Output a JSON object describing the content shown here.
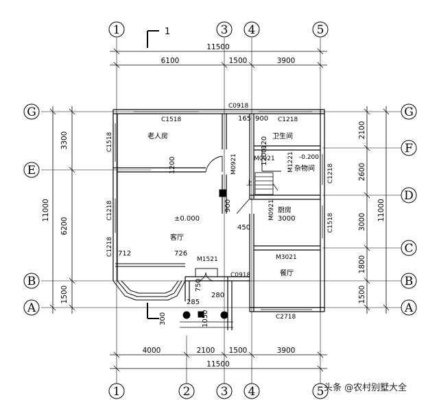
{
  "section_mark": "1",
  "axes": {
    "top": [
      "1",
      "3",
      "4",
      "5"
    ],
    "bottom": [
      "1",
      "2",
      "3",
      "4",
      "5"
    ],
    "left": [
      "G",
      "E",
      "B",
      "A"
    ],
    "right": [
      "G",
      "F",
      "D",
      "C",
      "B",
      "A"
    ]
  },
  "dims": {
    "top_total": "11500",
    "top_segments": [
      "6100",
      "1500",
      "3900"
    ],
    "bottom_segments": [
      "4000",
      "2100",
      "1500",
      "3900"
    ],
    "bottom_total": "11500",
    "left_segments": [
      "3300",
      "6200",
      "1500"
    ],
    "left_total": "11000",
    "right_segments": [
      "2100",
      "2600",
      "3000",
      "1800",
      "1500"
    ],
    "right_total": "11000"
  },
  "rooms": {
    "elderly_room": "老人房",
    "living_room": "客厅",
    "bathroom": "卫生间",
    "storage": "杂物间",
    "kitchen": "厨房",
    "dining": "餐厅"
  },
  "labels": {
    "c0918_top": "C0918",
    "c1518_top": "C1518",
    "c1218_bath": "C1218",
    "c1518_left": "C1518",
    "c1218_left_mid": "C1218",
    "c1218_left_low": "C1218",
    "c1218_right": "C1218",
    "c1518_right": "C1518",
    "m0921": "M0921",
    "m0921_b": "M0921",
    "m1221": "M1221",
    "m0921_c": "M0921",
    "m1521": "M1521",
    "c0918_mid": "C0918",
    "m3021": "M3021",
    "c2718": "C2718",
    "level_zero": "±0.000",
    "level_minus": "-0.200",
    "d165": "165",
    "d900a": "900",
    "d120": "120",
    "d1200a": "1200",
    "d1200b": "1200",
    "d900b": "900",
    "d450": "450",
    "d3000": "3000",
    "d712": "712",
    "d726": "726",
    "d750": "750",
    "d285": "285",
    "d280": "280",
    "d300": "300",
    "d1050": "1050",
    "stair_up": "上"
  },
  "watermark": "头条 @农村别墅大全"
}
